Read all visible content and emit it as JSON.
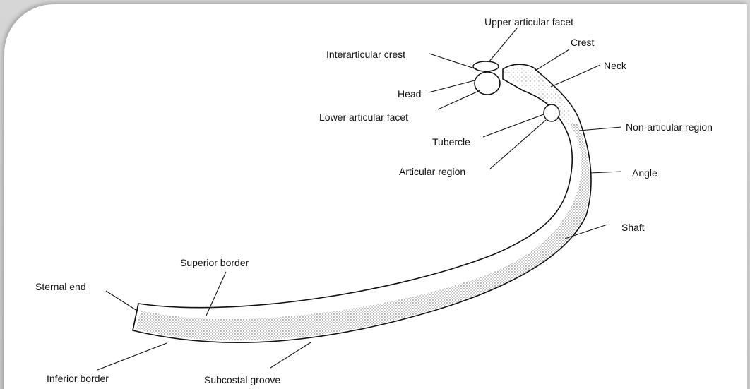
{
  "labels": {
    "upper_articular_facet": "Upper articular facet",
    "crest": "Crest",
    "interarticular_crest": "Interarticular crest",
    "neck": "Neck",
    "head": "Head",
    "lower_articular_facet": "Lower articular facet",
    "tubercle": "Tubercle",
    "non_articular_region": "Non-articular region",
    "articular_region": "Articular region",
    "angle": "Angle",
    "shaft": "Shaft",
    "superior_border": "Superior border",
    "sternal_end": "Sternal end",
    "inferior_border": "Inferior border",
    "subcostal_groove": "Subcostal groove"
  }
}
